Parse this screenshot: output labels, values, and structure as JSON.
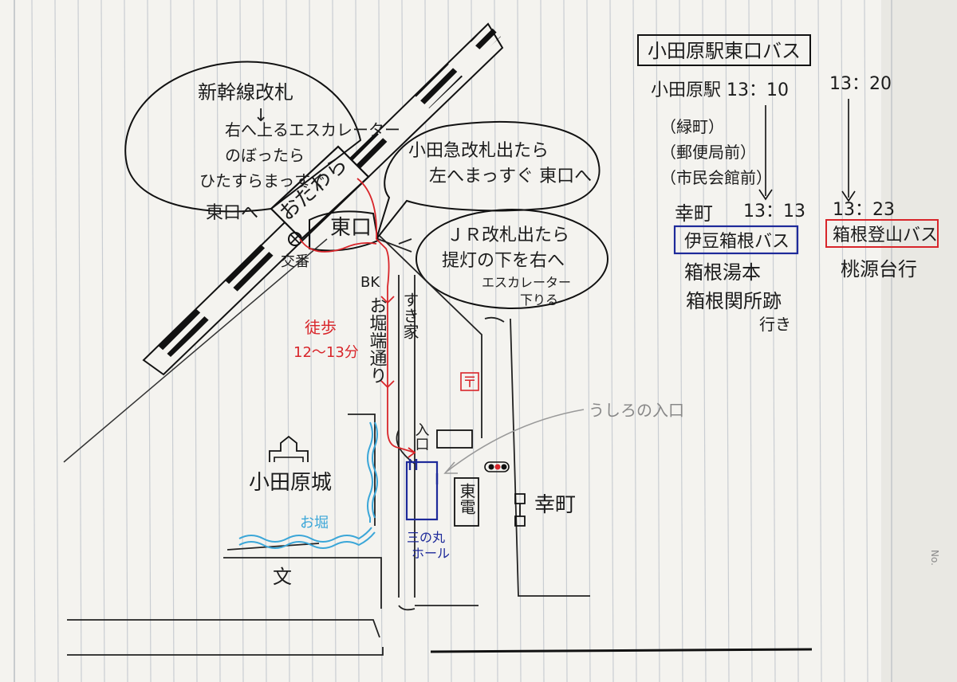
{
  "map": {
    "shinkansen_bubble": {
      "line1": "新幹線改札",
      "arrow": "↓",
      "line2": "右へ上るエスカレーター",
      "line3": "のぼったら",
      "line4": "ひたすらまっすぐ",
      "line5": "東口へ"
    },
    "station_label": "おだわら",
    "east_exit_label": "東口",
    "koban_label": "交番",
    "odakyu_bubble": {
      "line1": "小田急改札出たら",
      "line2": "左へまっすぐ 東口へ"
    },
    "jr_bubble": {
      "line1": "ＪＲ改札出たら",
      "line2": "提灯の下を右へ",
      "line3": "エスカレーター",
      "line4": "下りる"
    },
    "bk_label": "BK",
    "street_label": "お堀端通り",
    "sukiya_label": "すき家",
    "walk_label_1": "徒歩",
    "walk_label_2": "12〜13分",
    "post_office_symbol": "〒",
    "back_entrance_label": "うしろの入口",
    "entrance_label": "入口",
    "castle_label": "小田原城",
    "moat_label": "お堀",
    "school_symbol": "文",
    "hall_label_1": "三の丸",
    "hall_label_2": "ホール",
    "toden_label": "東電",
    "bus_stop_label": "幸町",
    "colors": {
      "ink": "#1c1c1c",
      "route_red": "#d8252a",
      "hall_blue": "#1e2a9a",
      "moat_blue": "#3aa6d8",
      "paper": "#f4f3ef"
    }
  },
  "bus_info": {
    "title": "小田原駅東口バス",
    "depart_1": "小田原駅 13：10",
    "depart_2": "13：20",
    "via_1": "（緑町）",
    "via_2": "（郵便局前）",
    "via_3": "（市民会館前）",
    "stop_name": "幸町",
    "arrive_1": "13：13",
    "arrive_2": "13：23",
    "bus_1": "伊豆箱根バス",
    "bus_2": "箱根登山バス",
    "dest_1a": "箱根湯本",
    "dest_1b": "箱根関所跡",
    "dest_1c": "行き",
    "dest_2": "桃源台行"
  },
  "page_mark": "No."
}
